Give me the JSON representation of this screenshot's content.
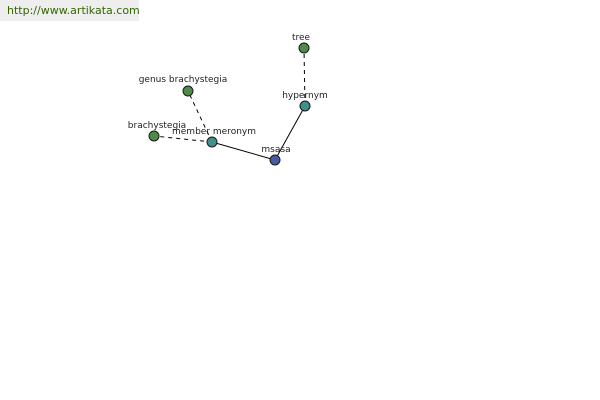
{
  "watermark": {
    "url": "http://www.artikata.com",
    "color": "#336600"
  },
  "colors": {
    "center_node": "#4a5aa0",
    "relation_node": "#3f8f8a",
    "term_node": "#4f8a4a",
    "edge": "#000000"
  },
  "nodes": [
    {
      "id": "msasa",
      "label": "msasa",
      "kind": "center"
    },
    {
      "id": "hypernym",
      "label": "hypernym",
      "kind": "relation"
    },
    {
      "id": "tree",
      "label": "tree",
      "kind": "term"
    },
    {
      "id": "member-meronym",
      "label": "member meronym",
      "kind": "relation"
    },
    {
      "id": "genus-brachystegia",
      "label": "genus brachystegia",
      "kind": "term"
    },
    {
      "id": "brachystegia",
      "label": "brachystegia",
      "kind": "term"
    }
  ],
  "edges": [
    {
      "from": "msasa",
      "to": "hypernym",
      "style": "solid"
    },
    {
      "from": "hypernym",
      "to": "tree",
      "style": "dashed"
    },
    {
      "from": "msasa",
      "to": "member-meronym",
      "style": "solid"
    },
    {
      "from": "member-meronym",
      "to": "genus-brachystegia",
      "style": "dashed"
    },
    {
      "from": "member-meronym",
      "to": "brachystegia",
      "style": "dashed"
    }
  ]
}
